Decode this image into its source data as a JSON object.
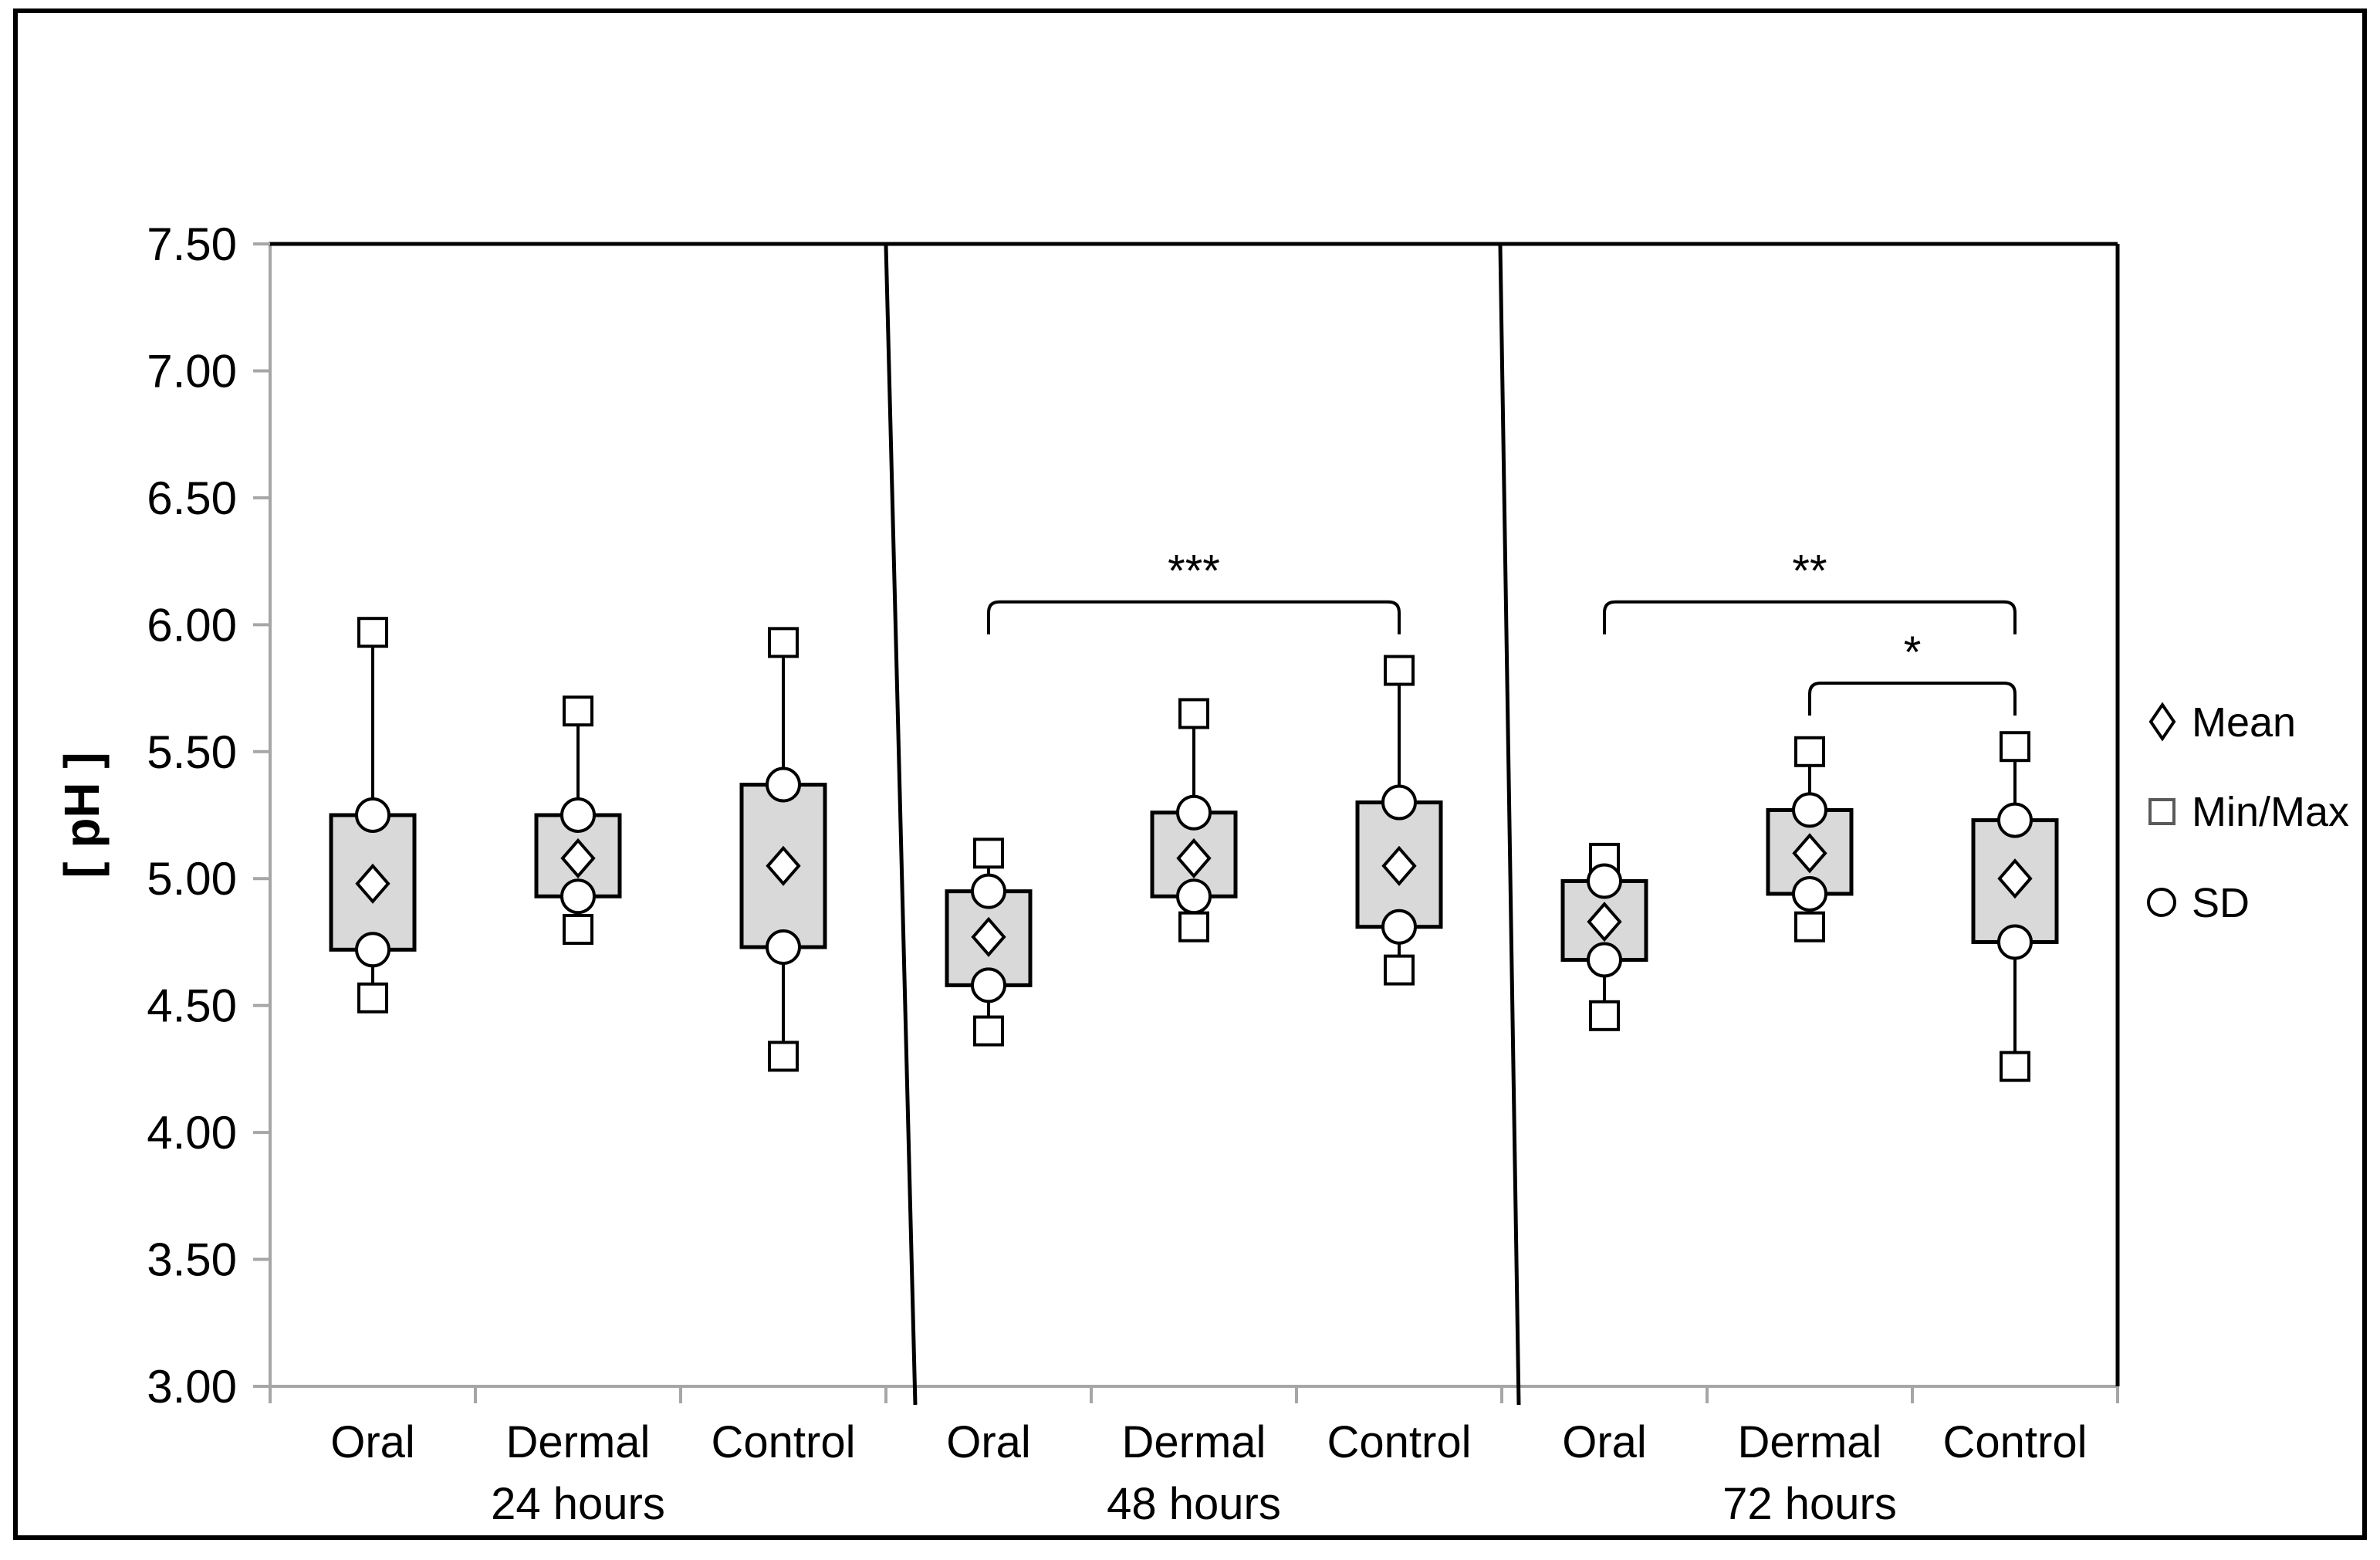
{
  "figure": {
    "background": "#ffffff",
    "border_color": "#000000"
  },
  "chart_data": {
    "type": "boxplot",
    "subtype": "mean-minmax-sd",
    "title": "",
    "ylabel": "[ pH ]",
    "y_axis": {
      "min": 3.0,
      "max": 7.5,
      "step": 0.5,
      "ticks": [
        {
          "v": 7.5,
          "label": "7.50"
        },
        {
          "v": 7.0,
          "label": "7.00"
        },
        {
          "v": 6.5,
          "label": "6.50"
        },
        {
          "v": 6.0,
          "label": "6.00"
        },
        {
          "v": 5.5,
          "label": "5.50"
        },
        {
          "v": 5.0,
          "label": "5.00"
        },
        {
          "v": 4.5,
          "label": "4.50"
        },
        {
          "v": 4.0,
          "label": "4.00"
        },
        {
          "v": 3.5,
          "label": "3.50"
        },
        {
          "v": 3.0,
          "label": "3.00"
        }
      ]
    },
    "colors": {
      "box_fill": "#d9d9d9",
      "box_stroke": "#000000",
      "marker_fill": "#ffffff",
      "axis_color": "#a6a6a6",
      "frame_color": "#000000"
    },
    "groups": [
      {
        "time": "24 hours",
        "boxes": [
          {
            "label": "Oral",
            "mean": 4.98,
            "sd_high": 5.25,
            "sd_low": 4.72,
            "max": 5.97,
            "min": 4.53
          },
          {
            "label": "Dermal",
            "mean": 5.08,
            "sd_high": 5.25,
            "sd_low": 4.93,
            "max": 5.66,
            "min": 4.8
          },
          {
            "label": "Control",
            "mean": 5.05,
            "sd_high": 5.37,
            "sd_low": 4.73,
            "max": 5.93,
            "min": 4.3
          }
        ]
      },
      {
        "time": "48 hours",
        "boxes": [
          {
            "label": "Oral",
            "mean": 4.77,
            "sd_high": 4.95,
            "sd_low": 4.58,
            "max": 5.1,
            "min": 4.4
          },
          {
            "label": "Dermal",
            "mean": 5.08,
            "sd_high": 5.26,
            "sd_low": 4.93,
            "max": 5.65,
            "min": 4.81
          },
          {
            "label": "Control",
            "mean": 5.05,
            "sd_high": 5.3,
            "sd_low": 4.81,
            "max": 5.82,
            "min": 4.64
          }
        ]
      },
      {
        "time": "72 hours",
        "boxes": [
          {
            "label": "Oral",
            "mean": 4.83,
            "sd_high": 4.99,
            "sd_low": 4.68,
            "max": 5.08,
            "min": 4.46
          },
          {
            "label": "Dermal",
            "mean": 5.1,
            "sd_high": 5.27,
            "sd_low": 4.94,
            "max": 5.5,
            "min": 4.81
          },
          {
            "label": "Control",
            "mean": 5.0,
            "sd_high": 5.23,
            "sd_low": 4.75,
            "max": 5.52,
            "min": 4.26
          }
        ]
      }
    ],
    "significance": [
      {
        "group": 1,
        "from_box": 0,
        "to_box": 2,
        "label": "***",
        "bar_ph": 6.09
      },
      {
        "group": 2,
        "from_box": 0,
        "to_box": 2,
        "label": "**",
        "bar_ph": 6.09
      },
      {
        "group": 2,
        "from_box": 1,
        "to_box": 2,
        "label": "*",
        "bar_ph": 5.77
      }
    ]
  },
  "legend": {
    "items": [
      {
        "icon": "diamond-icon",
        "label": "Mean"
      },
      {
        "icon": "square-icon",
        "label": "Min/Max"
      },
      {
        "icon": "circle-icon",
        "label": "SD"
      }
    ]
  }
}
